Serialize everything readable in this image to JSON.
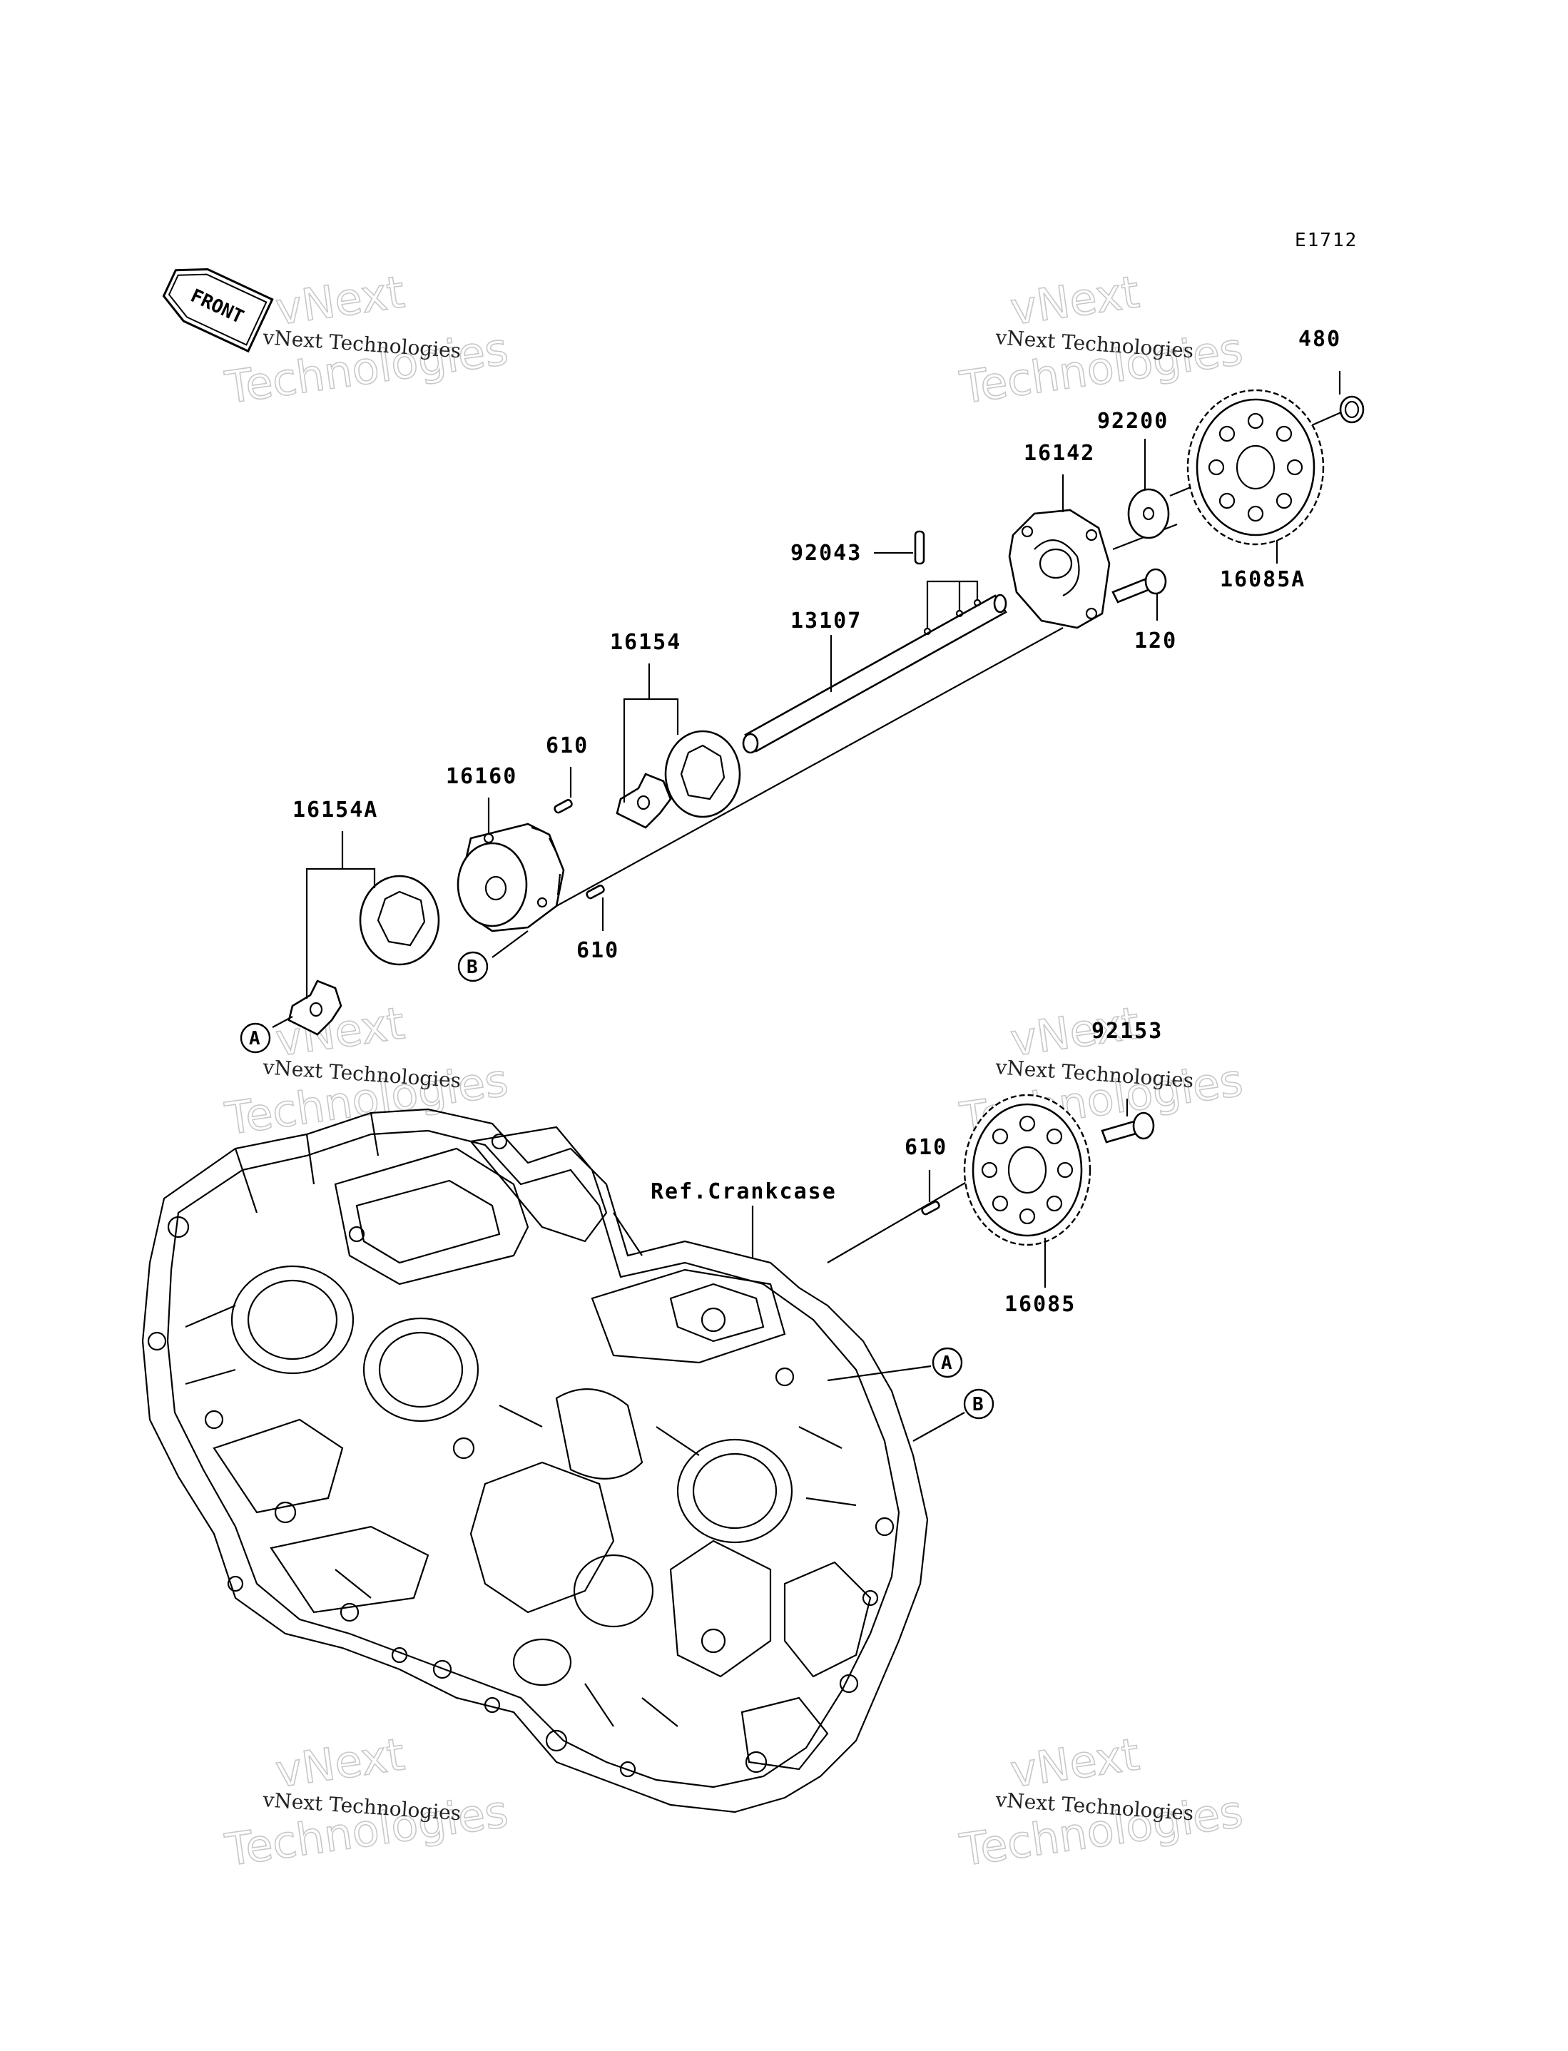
{
  "diagram_code": "E1712",
  "front_label": "FRONT",
  "watermark": {
    "small": "vNext Technologies",
    "line1": "vNext",
    "line2": "Technologies"
  },
  "parts": {
    "p480": "480",
    "p92200": "92200",
    "p16142": "16142",
    "p16085A": "16085A",
    "p92043": "92043",
    "p120": "120",
    "p13107": "13107",
    "p16154": "16154",
    "p610a": "610",
    "p16160": "16160",
    "p16154A": "16154A",
    "p610b": "610",
    "p92153": "92153",
    "p610c": "610",
    "p16085": "16085",
    "ref_crankcase": "Ref.Crankcase"
  },
  "markers": {
    "a1": "A",
    "b1": "B",
    "a2": "A",
    "b2": "B"
  }
}
